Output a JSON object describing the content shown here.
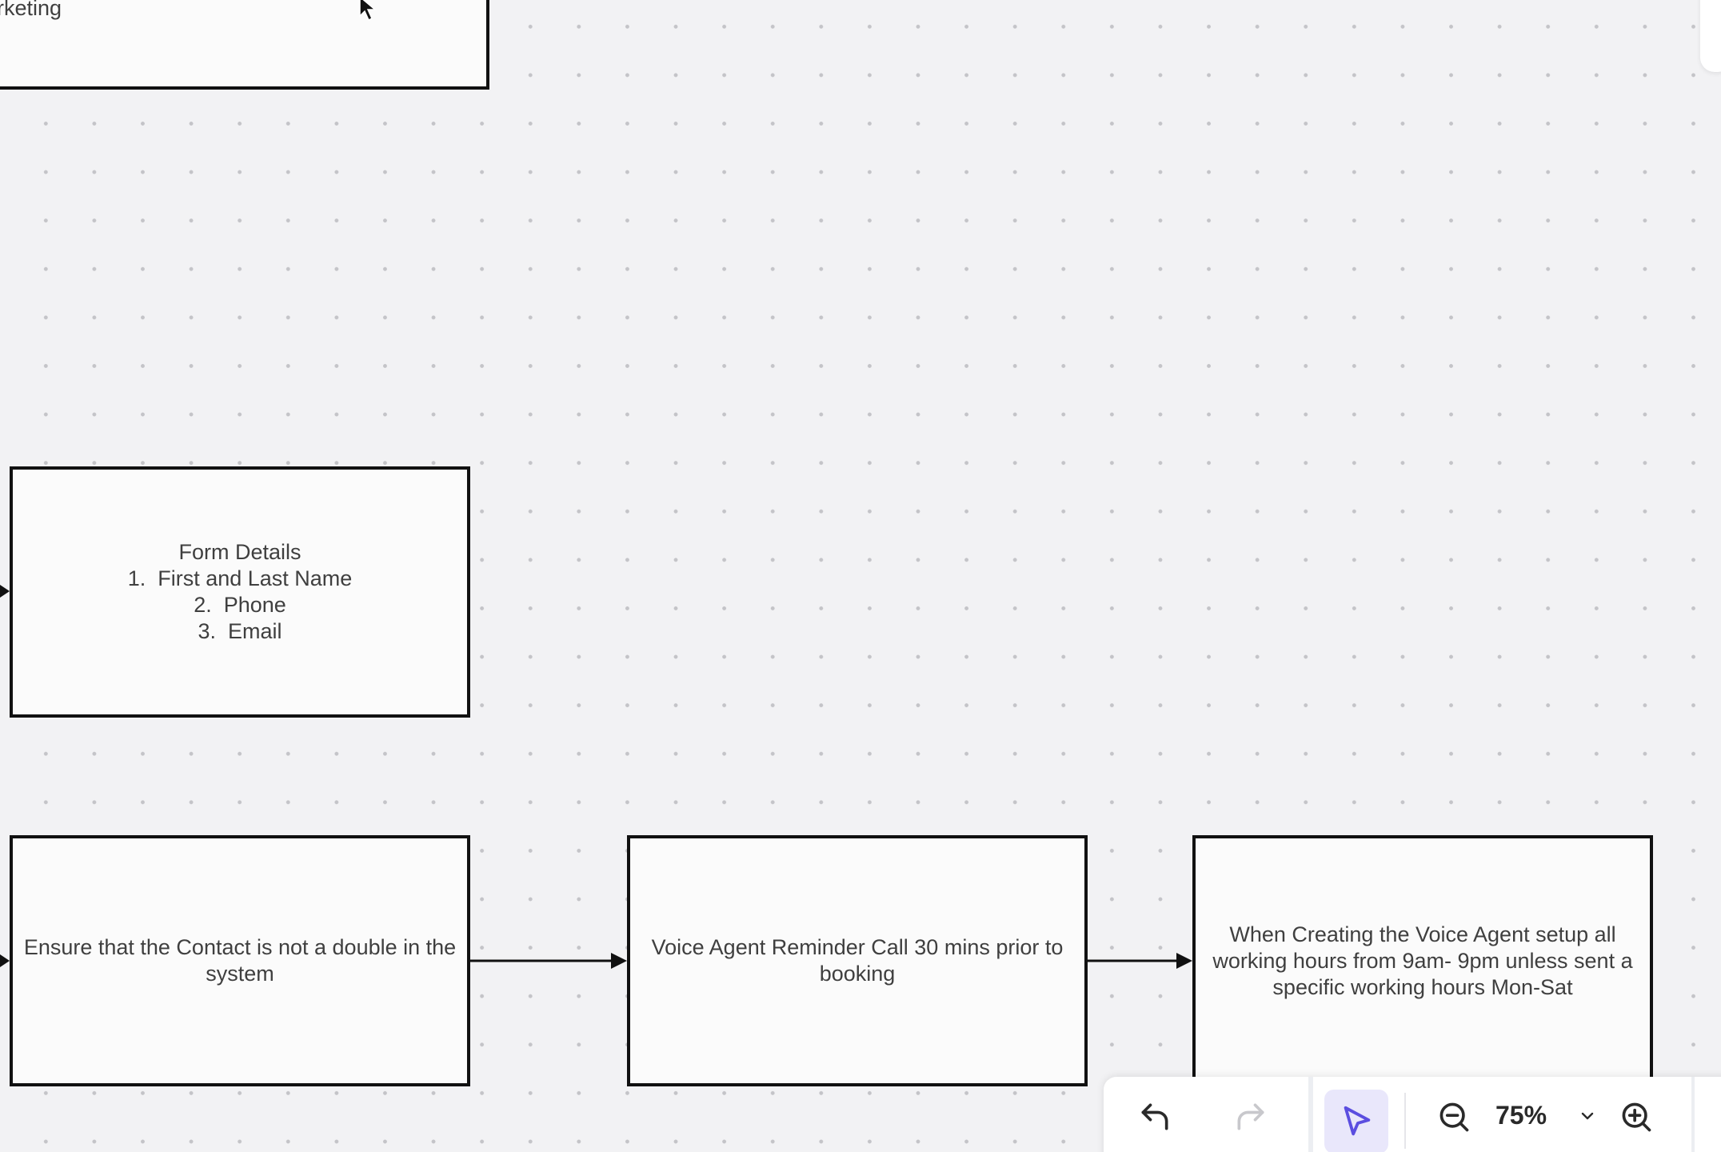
{
  "nodes": {
    "top": "rketing",
    "form": {
      "title": "Form Details",
      "items": [
        "1.  First and Last Name",
        "2.  Phone",
        "3.  Email"
      ]
    },
    "ensure": "Ensure that the Contact is not a double in the system",
    "voice": "Voice Agent Reminder Call 30 mins prior to booking",
    "hours": "When Creating the Voice Agent setup all working hours from 9am- 9pm unless sent a specific working hours Mon-Sat"
  },
  "toolbar": {
    "zoom_level": "75%",
    "undo_icon": "undo-icon",
    "redo_icon": "redo-icon",
    "select_icon": "pointer-select-icon",
    "zoom_out_icon": "zoom-out-icon",
    "zoom_in_icon": "zoom-in-icon",
    "zoom_menu_icon": "chevron-down-icon"
  },
  "colors": {
    "canvas_bg": "#f2f2f4",
    "dot": "#c4c4c8",
    "node_border": "#111111",
    "select_active_bg": "#e9e7fb",
    "select_active_icon": "#5b4ee0"
  }
}
